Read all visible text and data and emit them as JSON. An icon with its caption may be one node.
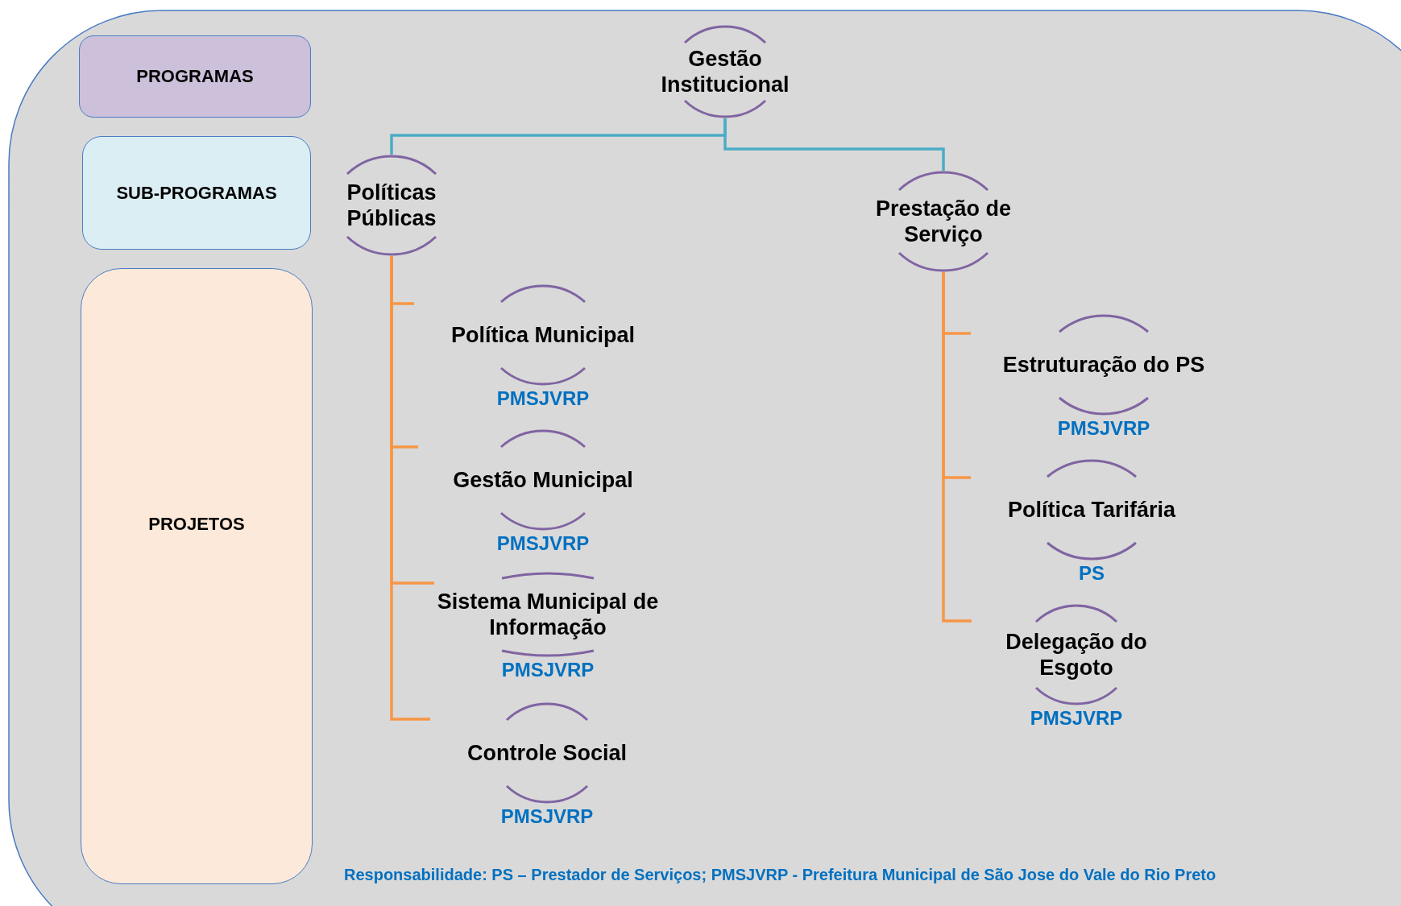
{
  "diagram": {
    "nodes": [
      {
        "text": [
          "PROGRAMAS"
        ]
      },
      {
        "text": [
          "SUB-PROGRAMAS"
        ]
      },
      {
        "text": [
          "PROJETOS"
        ]
      },
      {
        "text": [
          "Gestão Institucional"
        ]
      },
      {
        "text": [
          "Políticas Públicas"
        ]
      },
      {
        "text": [
          "Prestação de Serviço"
        ]
      },
      {
        "text": [
          "Política Municipal"
        ],
        "beside": [
          "PMSJVRP"
        ]
      },
      {
        "text": [
          "Gestão Municipal"
        ],
        "beside": [
          "PMSJVRP"
        ]
      },
      {
        "text": [
          "Sistema Municipal de Informação"
        ],
        "beside": [
          "PMSJVRP"
        ]
      },
      {
        "text": [
          "Controle Social"
        ],
        "beside": [
          "PMSJVRP"
        ]
      },
      {
        "text": [
          "Estruturação do PS"
        ],
        "beside": [
          "PMSJVRP"
        ]
      },
      {
        "text": [
          "Política Tarifária"
        ],
        "beside": [
          "PS"
        ]
      },
      {
        "text": [
          "Delegação do Esgoto"
        ],
        "beside": [
          "PMSJVRP"
        ]
      }
    ],
    "edges": [
      {
        "from": 3,
        "to": 4,
        "arrow": "none",
        "color": "#4bacc6"
      },
      {
        "from": 3,
        "to": 5,
        "arrow": "none",
        "color": "#4bacc6"
      },
      {
        "from": 4,
        "to": 6,
        "arrow": "none"
      },
      {
        "from": 4,
        "to": 7,
        "arrow": "none"
      },
      {
        "from": 4,
        "to": 8,
        "arrow": "none"
      },
      {
        "from": 4,
        "to": 9,
        "arrow": "none"
      },
      {
        "from": 5,
        "to": 10,
        "arrow": "none"
      },
      {
        "from": 5,
        "to": 11,
        "arrow": "none"
      },
      {
        "from": 5,
        "to": 12,
        "arrow": "none"
      }
    ],
    "labels": [
      "Responsabilidade: PS – Prestador de Serviços; PMSJVRP - Prefeitura Municipal de São Jose do Vale do Rio Preto"
    ]
  }
}
